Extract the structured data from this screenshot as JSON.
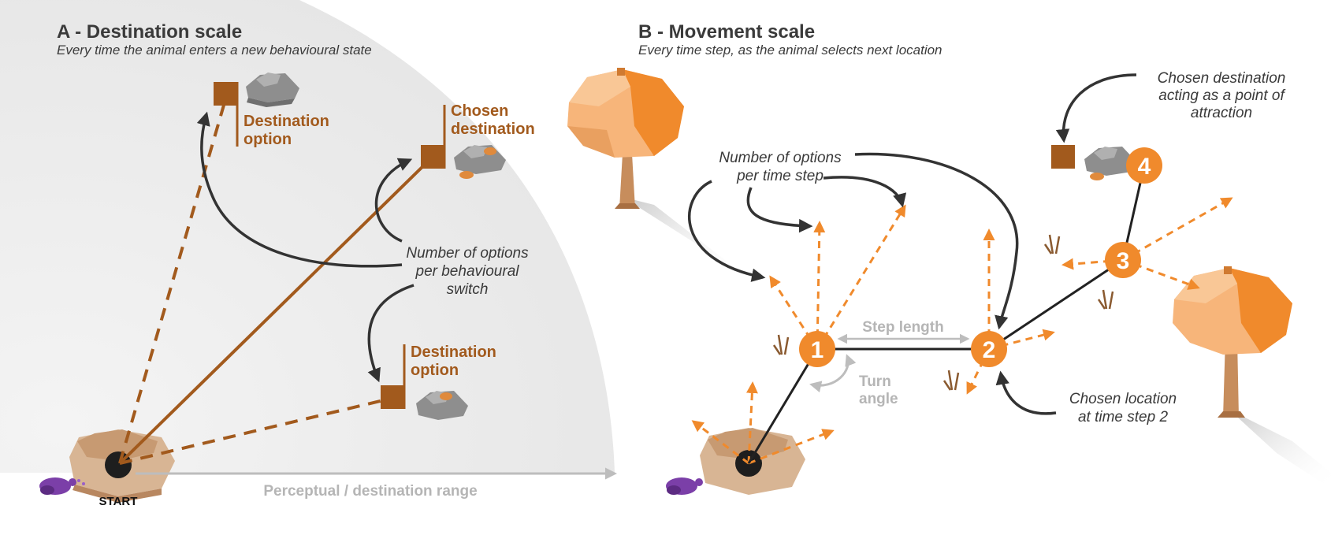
{
  "colors": {
    "brown": "#a25a1d",
    "orange": "#f08a2c",
    "dark": "#3a3a3a",
    "grey_label": "#b5b5b5",
    "shade": "#eeeeee"
  },
  "panel_a": {
    "title": "A - Destination scale",
    "subtitle": "Every time the animal enters a new behavioural state",
    "option_top": [
      "Destination",
      "option"
    ],
    "chosen": [
      "Chosen",
      "destination"
    ],
    "option_bottom": [
      "Destination",
      "option"
    ],
    "note": [
      "Number of options",
      "per behavioural",
      "switch"
    ],
    "range_label": "Perceptual / destination range",
    "start_label": "START"
  },
  "panel_b": {
    "title": "B - Movement scale",
    "subtitle": "Every time step, as the animal selects next location",
    "options_note": [
      "Number of options",
      "per time step"
    ],
    "attraction_note": [
      "Chosen destination",
      "acting as a point of",
      "attraction"
    ],
    "chosen_location_note": [
      "Chosen location",
      "at time step 2"
    ],
    "step_length": "Step length",
    "turn_angle": [
      "Turn",
      "angle"
    ],
    "nodes": [
      "1",
      "2",
      "3",
      "4"
    ]
  }
}
